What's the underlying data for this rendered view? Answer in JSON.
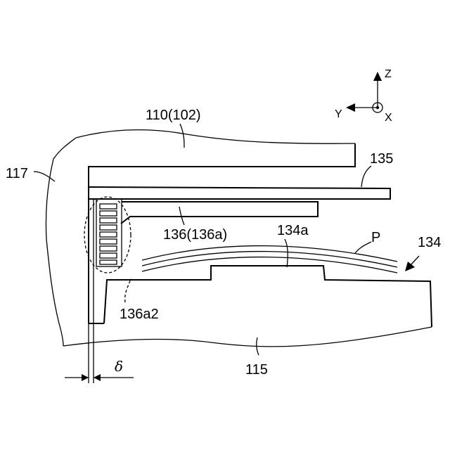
{
  "labels": {
    "upper_frame": "110(102)",
    "left_wall": "117",
    "top_plate": "135",
    "guide": "136(136a)",
    "tray_top": "134a",
    "sheet": "P",
    "tray": "134",
    "fins": "136a2",
    "base": "115",
    "gap": "δ"
  },
  "axes": {
    "z": "Z",
    "y": "Y",
    "x": "X"
  }
}
